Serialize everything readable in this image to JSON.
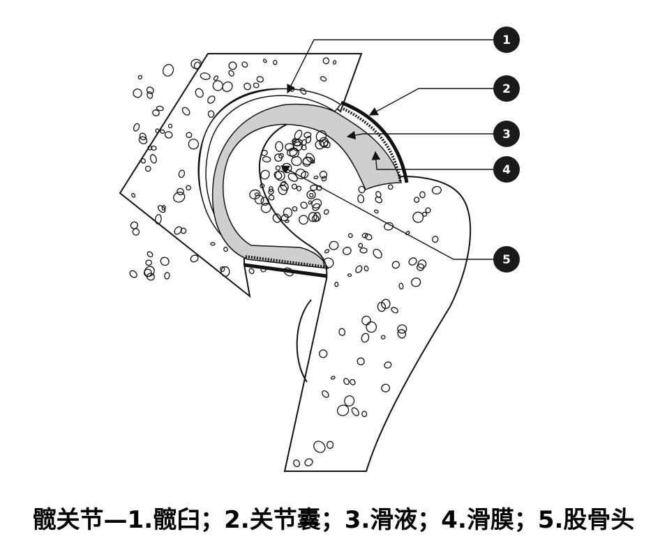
{
  "caption": "髋关节—1.髋臼；2.关节囊；3.滑液；4.滑膜；5.股骨头",
  "markers": [
    "1",
    "2",
    "3",
    "4",
    "5"
  ],
  "colors": {
    "synovial_fluid": "#cfcfcf",
    "marker_fill": "#1a1a1a",
    "line": "#111111"
  }
}
